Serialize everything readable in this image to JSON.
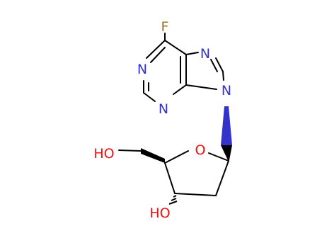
{
  "molecule": {
    "atoms": {
      "fluorine": "F",
      "n_upper_left": "N",
      "n_lower_left": "N",
      "n_imidazole_top": "N",
      "n_imidazole_9": "N",
      "o_ring": "O",
      "hydroxyl_5": "HO",
      "hydroxyl_3": "HO"
    },
    "colors": {
      "bond": "#000000",
      "nitrogen": "#3333cc",
      "oxygen": "#ee1111",
      "fluorine": "#997722",
      "wedge_n": "#3333cc"
    }
  }
}
